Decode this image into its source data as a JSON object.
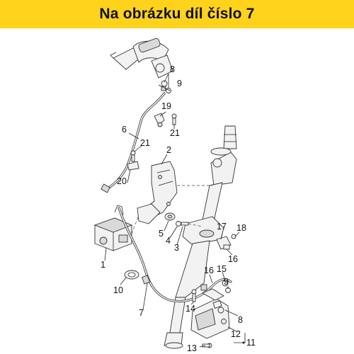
{
  "banner": {
    "title": "Na obrázku díl číslo 7",
    "background": "#ffd21c"
  },
  "callouts": [
    {
      "id": "c8a",
      "text": "8"
    },
    {
      "id": "c9a",
      "text": "9"
    },
    {
      "id": "c19",
      "text": "19"
    },
    {
      "id": "c6",
      "text": "6"
    },
    {
      "id": "c21a",
      "text": "21"
    },
    {
      "id": "c21b",
      "text": "21"
    },
    {
      "id": "c2",
      "text": "2"
    },
    {
      "id": "c20",
      "text": "20"
    },
    {
      "id": "c5",
      "text": "5"
    },
    {
      "id": "c4",
      "text": "4"
    },
    {
      "id": "c3",
      "text": "3"
    },
    {
      "id": "c17",
      "text": "17"
    },
    {
      "id": "c18",
      "text": "18"
    },
    {
      "id": "c16a",
      "text": "16"
    },
    {
      "id": "c1",
      "text": "1"
    },
    {
      "id": "c16b",
      "text": "16"
    },
    {
      "id": "c15",
      "text": "15"
    },
    {
      "id": "c10",
      "text": "10"
    },
    {
      "id": "c9b",
      "text": "9"
    },
    {
      "id": "c7",
      "text": "7"
    },
    {
      "id": "c14",
      "text": "14"
    },
    {
      "id": "c8b",
      "text": "8"
    },
    {
      "id": "c12",
      "text": "12"
    },
    {
      "id": "c11",
      "text": "11"
    },
    {
      "id": "c13",
      "text": "13"
    }
  ]
}
